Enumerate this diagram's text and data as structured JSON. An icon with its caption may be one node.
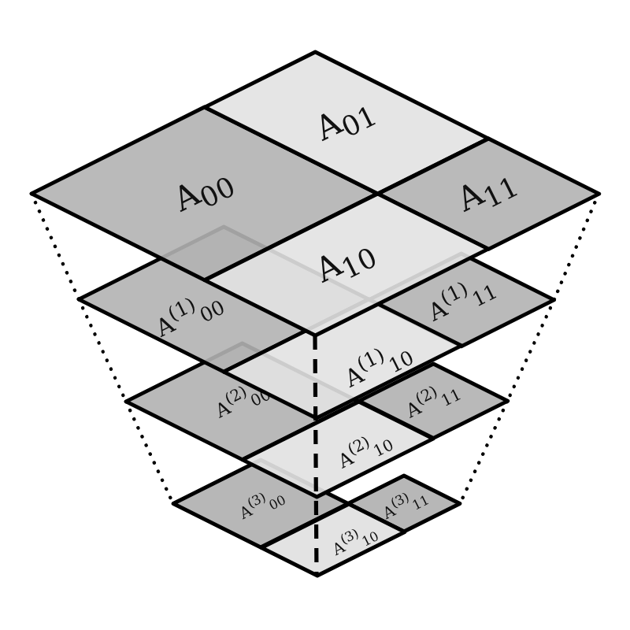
{
  "diagram": {
    "nodes": [
      {
        "text": [
          "A$_{00}$"
        ]
      },
      {
        "text": [
          "A$_{01}$"
        ]
      },
      {
        "text": [
          "A$_{11}$"
        ]
      },
      {
        "text": [
          "A$_{10}$"
        ]
      },
      {
        "text": [
          "A$^{(1)}$$_{00}$"
        ]
      },
      {
        "text": [
          "A$^{(1)}$$_{11}$"
        ]
      },
      {
        "text": [
          "A$^{(1)}$$_{10}$"
        ]
      },
      {
        "text": [
          "A$^{(2)}$$_{00}$"
        ]
      },
      {
        "text": [
          "A$^{(2)}$$_{11}$"
        ]
      },
      {
        "text": [
          "A$^{(2)}$$_{10}$"
        ]
      },
      {
        "text": [
          "A$^{(3)}$$_{00}$"
        ]
      },
      {
        "text": [
          "A$^{(3)}$$_{11}$"
        ]
      },
      {
        "text": [
          "A$^{(3)}$$_{10}$"
        ]
      }
    ]
  }
}
